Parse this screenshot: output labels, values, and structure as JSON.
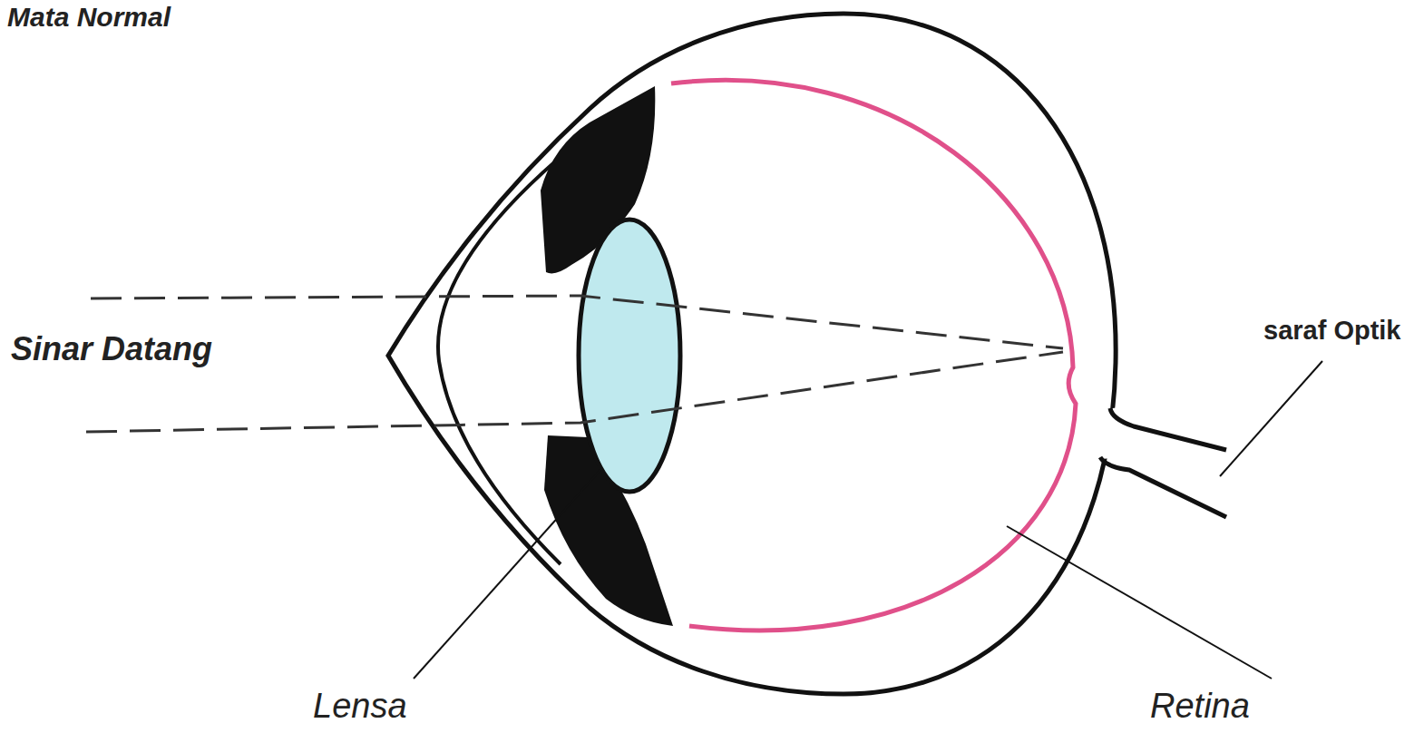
{
  "diagram": {
    "title": "Mata Normal",
    "labels": [
      "Sinar Datang",
      "saraf Optik",
      "Lensa",
      "Retina"
    ]
  }
}
